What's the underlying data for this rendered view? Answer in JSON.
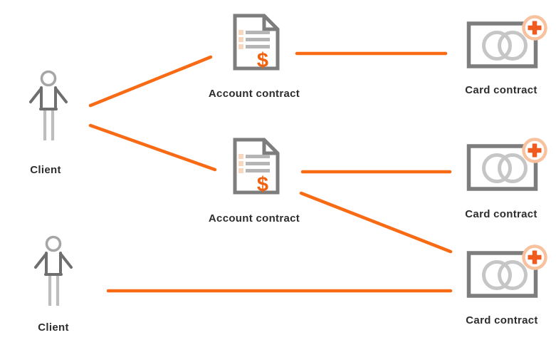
{
  "diagram": {
    "dollar_sign": "$",
    "colors": {
      "connector_orange": "#f96a15",
      "accent_orange": "#ef5a1e",
      "badge_ring_peach": "#f8c29e",
      "bullet_peach": "#f9d6bd",
      "outline_gray": "#7d7d7d",
      "card_circle_gray": "#c6c6c6",
      "doc_bar_gray": "#b5b5b5",
      "person_head_gray": "#a6a6a6",
      "person_body_gray": "#6f6f6f",
      "person_leg_gray": "#bdbdbd",
      "label_text": "#2e2e2e"
    },
    "nodes": [
      {
        "id": "client-1",
        "type": "client",
        "label": "Client"
      },
      {
        "id": "account-contract-1",
        "type": "account-contract",
        "label": "Account contract"
      },
      {
        "id": "card-contract-1",
        "type": "card-contract",
        "label": "Card contract"
      },
      {
        "id": "account-contract-2",
        "type": "account-contract",
        "label": "Account contract"
      },
      {
        "id": "card-contract-2",
        "type": "card-contract",
        "label": "Card contract"
      },
      {
        "id": "client-2",
        "type": "client",
        "label": "Client"
      },
      {
        "id": "card-contract-3",
        "type": "card-contract",
        "label": "Card contract"
      }
    ],
    "edges": [
      {
        "from": "client-1",
        "to": "account-contract-1"
      },
      {
        "from": "client-1",
        "to": "account-contract-2"
      },
      {
        "from": "account-contract-1",
        "to": "card-contract-1"
      },
      {
        "from": "account-contract-2",
        "to": "card-contract-2"
      },
      {
        "from": "account-contract-2",
        "to": "card-contract-3"
      },
      {
        "from": "client-2",
        "to": "card-contract-3"
      }
    ]
  }
}
